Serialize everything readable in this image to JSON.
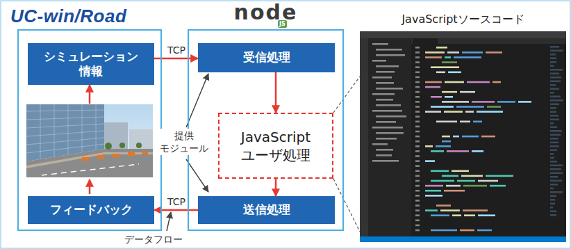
{
  "diagram": {
    "nodes": [
      {
        "text": [
          "UC-win/Road"
        ]
      },
      {
        "text": [
          "シミュレーション 情報"
        ],
        "in": 0
      },
      {
        "text": [
          "フィードバック"
        ],
        "in": 0
      },
      {
        "text": [
          "node",
          "JS"
        ]
      },
      {
        "text": [
          "受信処理"
        ],
        "in": 3
      },
      {
        "text": [
          "JavaScript ユーザ処理"
        ],
        "in": 3
      },
      {
        "text": [
          "送信処理"
        ],
        "in": 3
      },
      {
        "text": [
          "JavaScriptソースコード"
        ]
      }
    ],
    "edges": [
      {
        "from": 1,
        "to": 4,
        "label": "TCP",
        "arrow": "to"
      },
      {
        "from": 4,
        "to": 5,
        "arrow": "to"
      },
      {
        "from": 5,
        "to": 6,
        "arrow": "to"
      },
      {
        "from": 6,
        "to": 2,
        "label": "TCP",
        "arrow": "to"
      },
      {
        "from": 5,
        "to": 7,
        "arrow": "none"
      },
      {
        "from": 5,
        "to": 7,
        "arrow": "none"
      }
    ],
    "labels": [
      "提供 モジュール",
      "データフロー"
    ]
  }
}
